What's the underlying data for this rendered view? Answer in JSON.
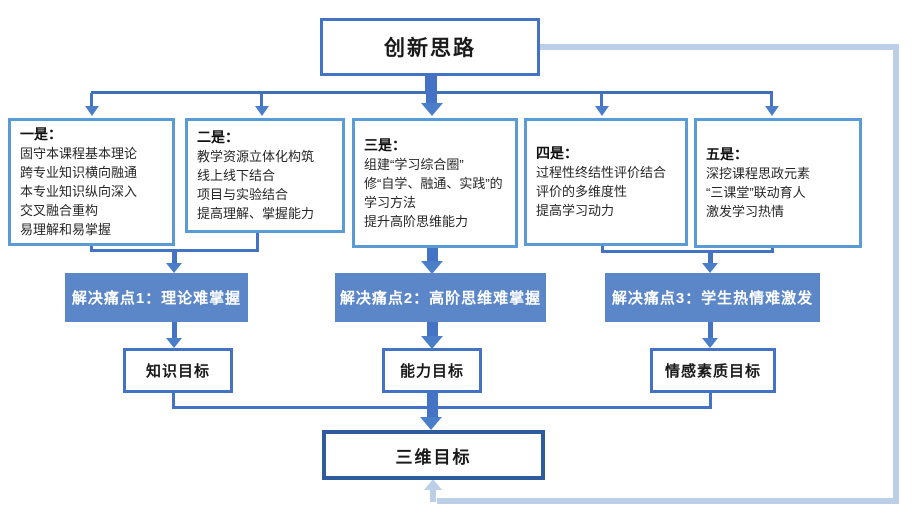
{
  "title_box": {
    "label": "创新思路"
  },
  "strategy_boxes": [
    {
      "title": "一是：",
      "lines": [
        "固守本课程基本理论",
        "跨专业知识横向融通",
        "本专业知识纵向深入",
        "交叉融合重构",
        "易理解和易掌握"
      ]
    },
    {
      "title": "二是：",
      "lines": [
        "教学资源立体化构筑",
        "线上线下结合",
        "项目与实验结合",
        "提高理解、掌握能力"
      ]
    },
    {
      "title": "三是：",
      "lines": [
        "组建“学习综合圈”",
        "修“自学、融通、实践”的学习方法",
        "提升高阶思维能力"
      ]
    },
    {
      "title": "四是：",
      "lines": [
        "过程性终结性评价结合",
        "评价的多维度性",
        "提高学习动力"
      ]
    },
    {
      "title": "五是：",
      "lines": [
        "深挖课程思政元素",
        "“三课堂”联动育人",
        "激发学习热情"
      ]
    }
  ],
  "pain_points": [
    {
      "label": "解决痛点1：理论难掌握"
    },
    {
      "label": "解决痛点2：高阶思维难掌握"
    },
    {
      "label": "解决痛点3：学生热情难激发"
    }
  ],
  "goal_boxes": [
    {
      "label": "知识目标"
    },
    {
      "label": "能力目标"
    },
    {
      "label": "情感素质目标"
    }
  ],
  "bottom_box": {
    "label": "三维目标"
  },
  "colors": {
    "top_border": "#4472c4",
    "strategy_border": "#5b9bd5",
    "goal_border": "#4472c4",
    "bottom_border": "#2e5b9b",
    "pain_fill": "#5b87c9",
    "connector": "#4472c4",
    "feedback_line": "#bccfe9",
    "text": "#262626",
    "pain_text": "#ffffff"
  }
}
